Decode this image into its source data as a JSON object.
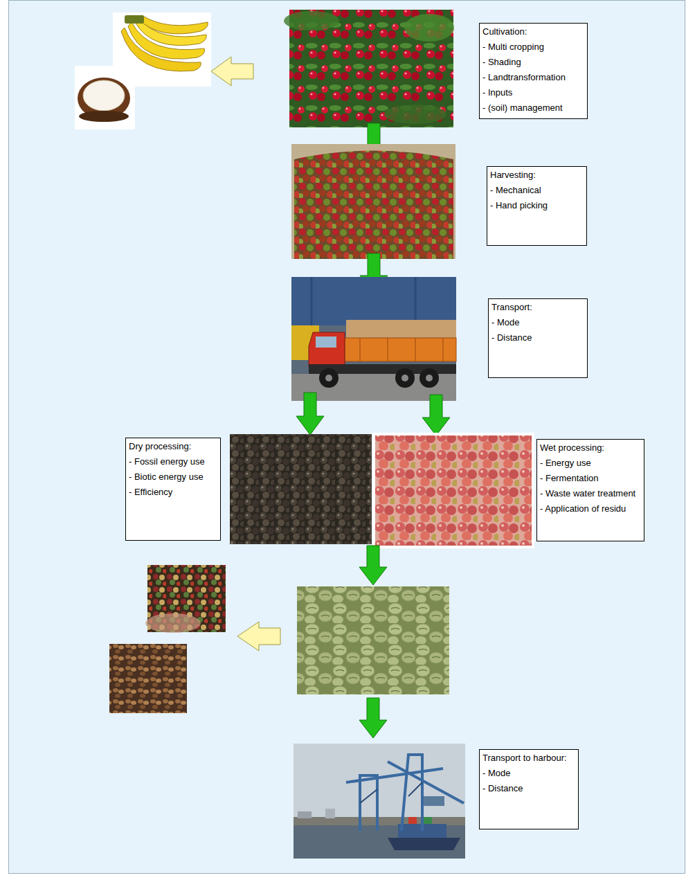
{
  "diagram": {
    "nodes": [
      {
        "text": [
          "Cultivation:",
          "- Multi cropping",
          "- Shading",
          "- Landtransformation",
          "- Inputs",
          "- (soil) management"
        ]
      },
      {
        "text": [
          "Harvesting:",
          "- Mechanical",
          "- Hand picking"
        ]
      },
      {
        "text": [
          "Transport:",
          "- Mode",
          "- Distance"
        ]
      },
      {
        "text": [
          "Dry processing:",
          "- Fossil energy use",
          "- Biotic energy use",
          "- Efficiency"
        ]
      },
      {
        "text": [
          "Wet processing:",
          "- Energy use",
          "- Fermentation",
          "- Waste water treatment",
          "- Application of residu"
        ]
      },
      {
        "text": [
          "Transport to harbour:",
          "- Mode",
          "- Distance"
        ]
      }
    ]
  }
}
